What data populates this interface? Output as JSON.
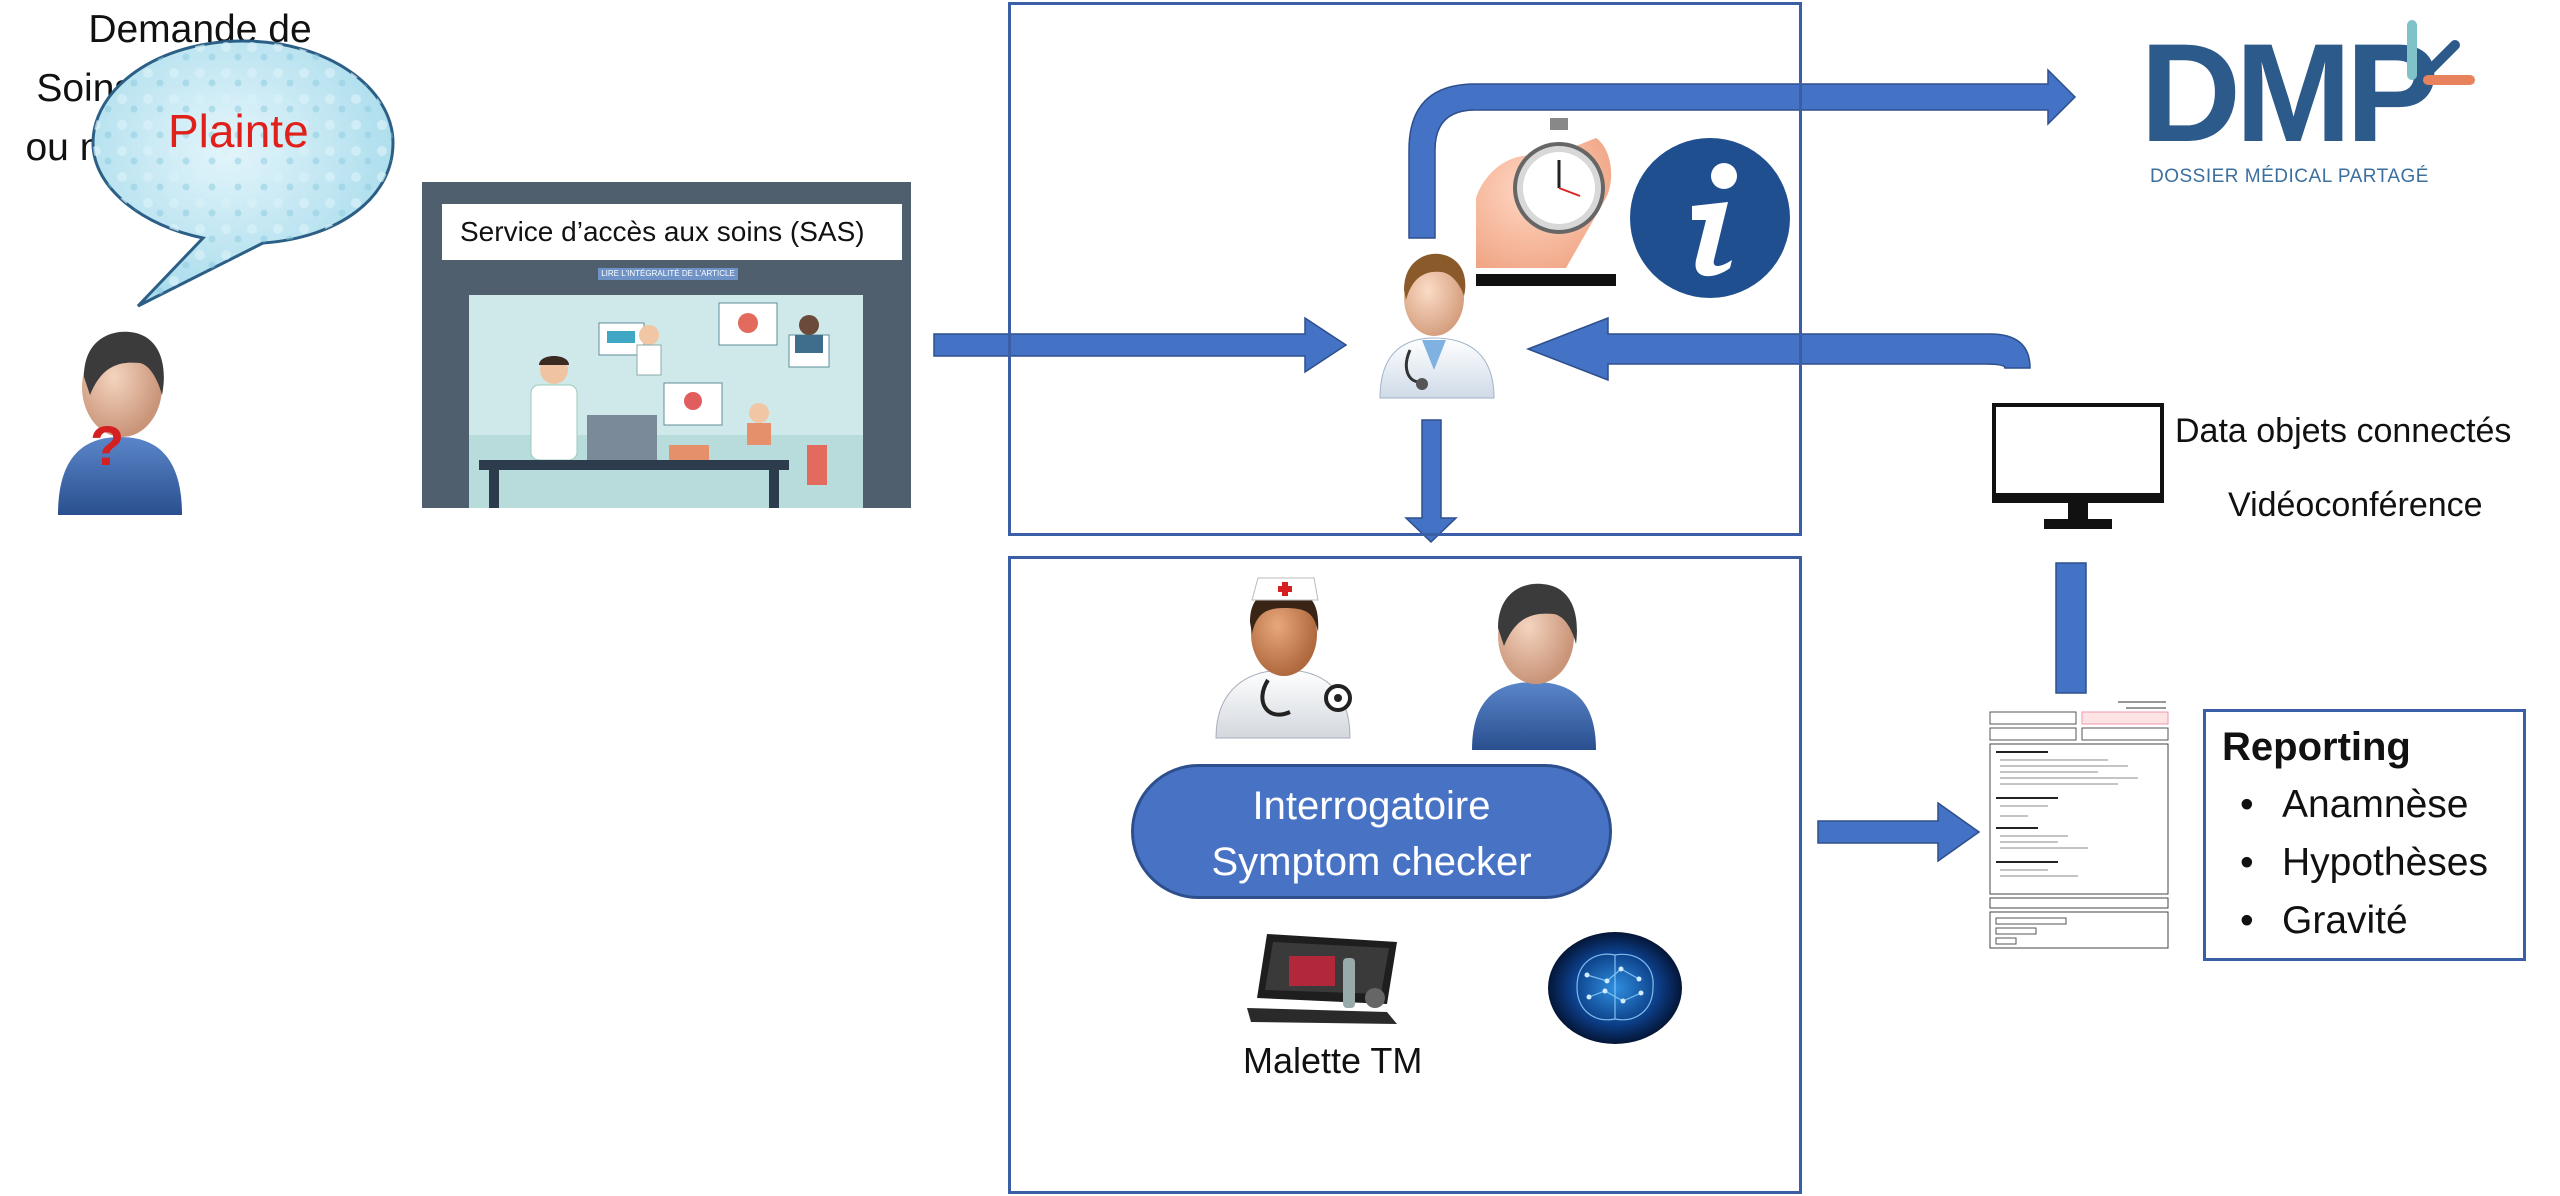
{
  "speech_bubble": {
    "text": "Plainte"
  },
  "patient": {
    "lines": [
      "Demande de",
      "Soins programmés",
      "ou non programmés"
    ]
  },
  "sas": {
    "title": "Service d’accès aux soins (SAS)",
    "banner": "LIRE L'INTÉGRALITÉ DE L'ARTICLE"
  },
  "center_bottom": {
    "pill_lines": [
      "Interrogatoire",
      "Symptom checker"
    ],
    "kit_label": "Malette TM"
  },
  "dmp": {
    "logo_text": "DMP",
    "subtitle": "DOSSIER MÉDICAL PARTAGÉ"
  },
  "monitor": {
    "labels": [
      "Data objets connectés",
      "Vidéoconférence"
    ]
  },
  "reporting": {
    "title": "Reporting",
    "items": [
      "Anamnèse",
      "Hypothèses",
      "Gravité"
    ]
  },
  "colors": {
    "arrow": "#4472c4",
    "box_border": "#3a5fa6",
    "plainte": "#e0201b",
    "dmp_blue": "#2c5a8a",
    "dmp_teal": "#7fc3c9",
    "dmp_orange": "#e8825c"
  },
  "icons": [
    "speech-bubble-icon",
    "patient-icon",
    "doctor-icon",
    "stopwatch-icon",
    "info-icon",
    "nurse-icon",
    "man-icon",
    "medical-kit-icon",
    "ai-brain-icon",
    "monitor-icon",
    "report-document-icon"
  ]
}
